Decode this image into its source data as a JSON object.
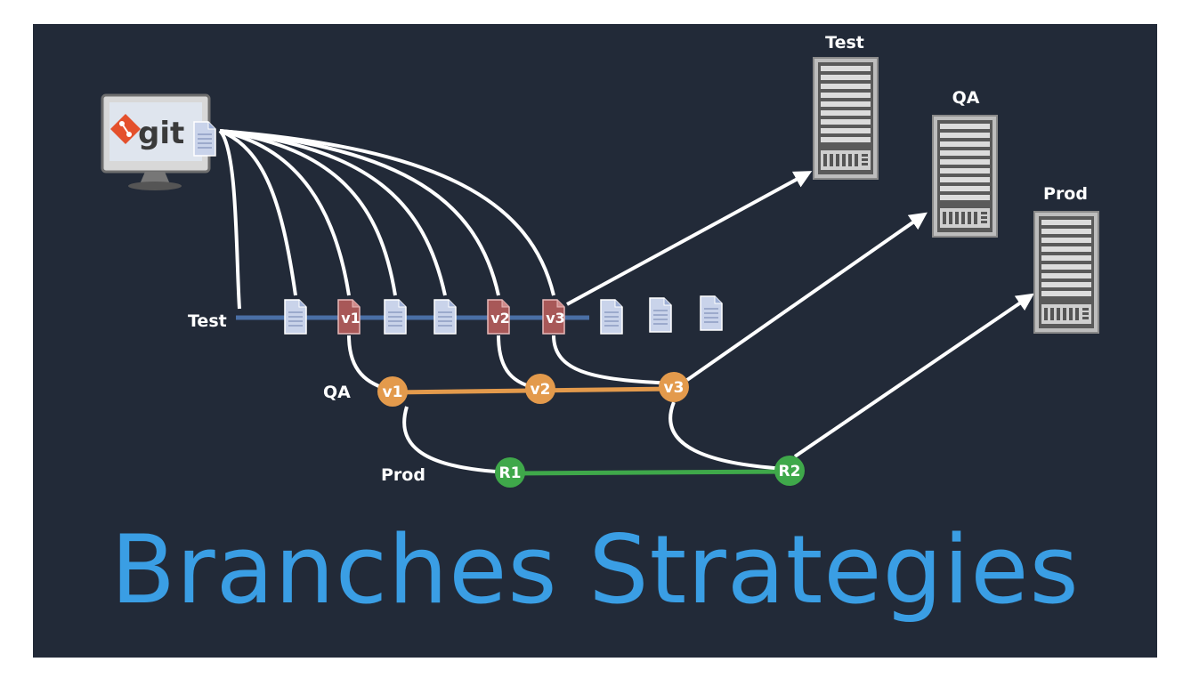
{
  "repo": {
    "logo_text": "git"
  },
  "branches": {
    "test_label": "Test",
    "qa_label": "QA",
    "prod_label": "Prod"
  },
  "test_versions": [
    "v1",
    "v2",
    "v3"
  ],
  "qa_nodes": [
    "v1",
    "v2",
    "v3"
  ],
  "prod_nodes": [
    "R1",
    "R2"
  ],
  "servers": {
    "test_label": "Test",
    "qa_label": "QA",
    "prod_label": "Prod"
  },
  "title": "Branches Strategies",
  "colors": {
    "background": "#222a38",
    "test_branch": "#4a6fa5",
    "qa_branch": "#e39a4c",
    "prod_branch": "#3fa84a",
    "version_doc": "#b05b5b",
    "title": "#3a9ee4"
  }
}
